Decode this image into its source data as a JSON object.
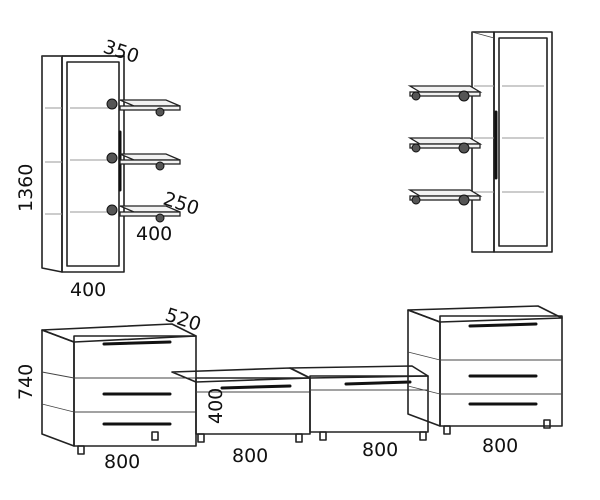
{
  "dimensions": {
    "cab_left_depth": "350",
    "cab_left_height": "1360",
    "cab_left_width": "400",
    "shelf_depth": "250",
    "shelf_width": "400",
    "commode_depth": "520",
    "commode_height": "740",
    "tv_height": "400",
    "module_width_1": "800",
    "module_width_2": "800",
    "module_width_3": "800",
    "module_width_4": "800"
  }
}
